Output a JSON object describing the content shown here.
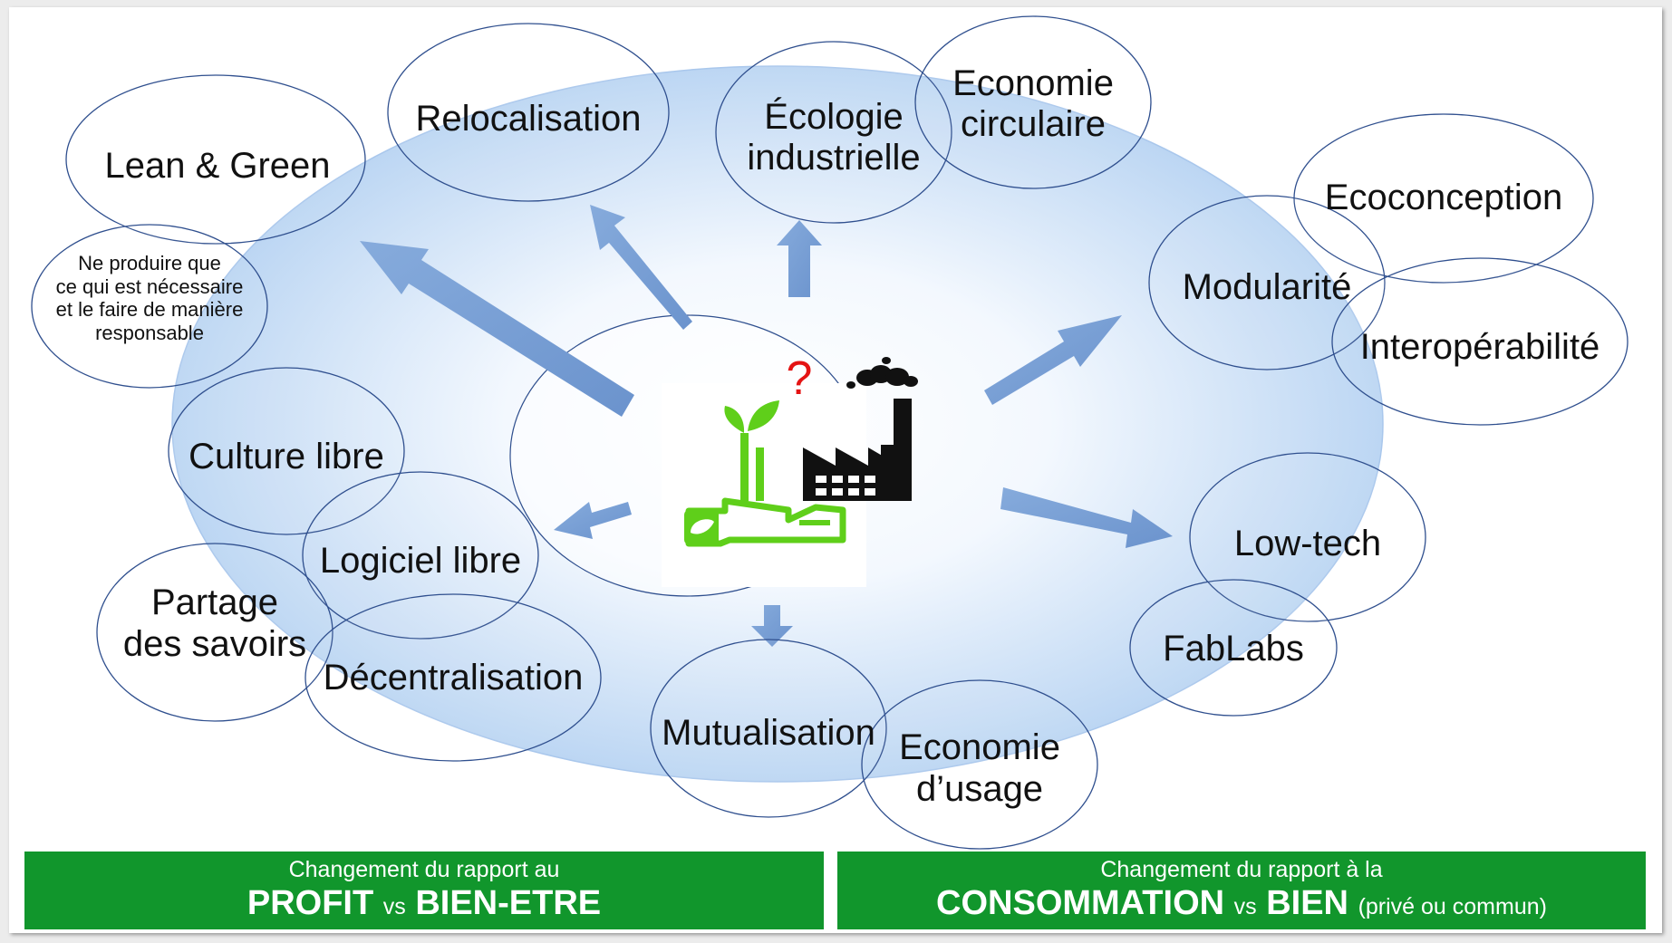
{
  "colors": {
    "big_ellipse_center": "#ffffff",
    "big_ellipse_edge": "#bcd6f3",
    "bubble_stroke": "#2f4f8e",
    "arrow_fill": "#789fd6",
    "banner": "#11962c",
    "banner_text": "#ffffff",
    "plant_green": "#5fcf1a",
    "factory_black": "#111111",
    "question_mark": "#e41313"
  },
  "icons": {
    "center": "eco-factory-icon",
    "question": "question-mark-icon"
  },
  "center_symbol": "?",
  "bubbles": {
    "relocalisation": "Relocalisation",
    "ecologie_industrielle": [
      "Écologie",
      "industrielle"
    ],
    "economie_circulaire": [
      "Economie",
      "circulaire"
    ],
    "lean_green": "Lean & Green",
    "ne_produire": [
      "Ne produire que",
      "ce qui est nécessaire",
      "et le faire de manière",
      "responsable"
    ],
    "ecoconception": "Ecoconception",
    "modularite": "Modularité",
    "interoperabilite": "Interopérabilité",
    "culture_libre": "Culture libre",
    "logiciel_libre": "Logiciel libre",
    "partage_savoirs": [
      "Partage",
      "des savoirs"
    ],
    "decentralisation": "Décentralisation",
    "low_tech": "Low-tech",
    "fablabs": "FabLabs",
    "mutualisation": "Mutualisation",
    "economie_usage": [
      "Economie",
      "d’usage"
    ]
  },
  "banners": {
    "left": {
      "line1": "Changement du rapport au",
      "word1": "PROFIT",
      "vs": "vs",
      "word2": "BIEN-ETRE"
    },
    "right": {
      "line1": "Changement du rapport à la",
      "word1": "CONSOMMATION",
      "vs": "vs",
      "word2": "BIEN",
      "suffix": "(privé ou commun)"
    }
  }
}
